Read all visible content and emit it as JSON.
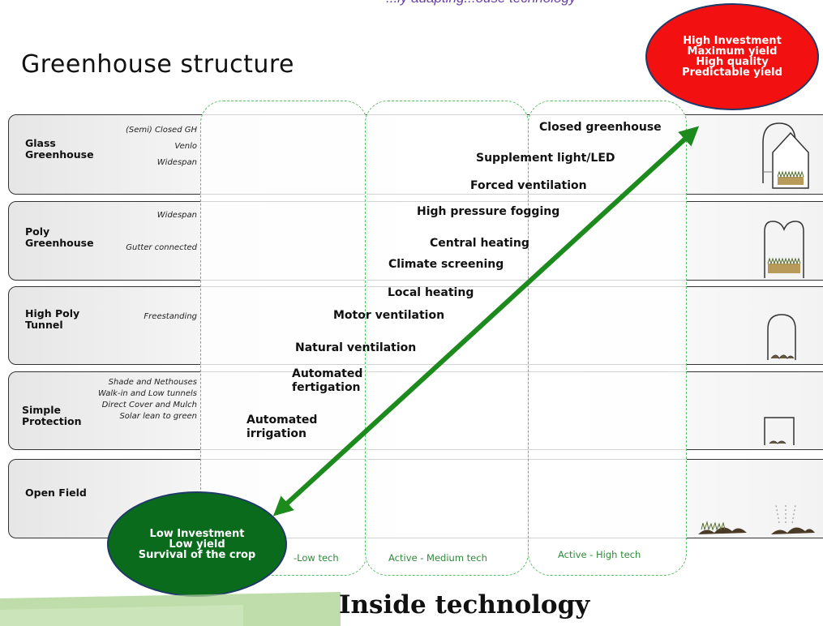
{
  "header": {
    "top_partial": "...ly adapting...ouse technology",
    "title": "Greenhouse structure"
  },
  "rows": [
    {
      "label": "Glass\nGreenhouse",
      "subtypes": [
        "(Semi) Closed GH",
        "Venlo",
        "Widespan"
      ]
    },
    {
      "label": "Poly\nGreenhouse",
      "subtypes": [
        "Widespan",
        "Gutter connected"
      ]
    },
    {
      "label": "High Poly\nTunnel",
      "subtypes": [
        "Freestanding"
      ]
    },
    {
      "label": "Simple\nProtection",
      "subtypes": [
        "Shade and Nethouses",
        "Walk-in and Low tunnels",
        "Direct Cover and Mulch",
        "Solar lean to green"
      ]
    },
    {
      "label": "Open Field",
      "subtypes": []
    }
  ],
  "columns": [
    {
      "label": "-Low tech"
    },
    {
      "label": "Active - Medium tech"
    },
    {
      "label": "Active - High tech"
    }
  ],
  "technologies": [
    "Closed greenhouse",
    "Supplement light/LED",
    "Forced ventilation",
    "High pressure fogging",
    "Central heating",
    "Climate screening",
    "Local heating",
    "Motor ventilation",
    "Natural ventilation",
    "Automated\nfertigation",
    "Automated\nirrigation"
  ],
  "callouts": {
    "high": [
      "High Investment",
      "Maximum yield",
      "High quality",
      "Predictable yield"
    ],
    "low": [
      "Low Investment",
      "Low yield",
      "Survival of the crop"
    ]
  },
  "footer": {
    "title": "Inside technology"
  },
  "colors": {
    "arrow": "#1d8a1d",
    "high_ellipse": "#f21010",
    "low_ellipse": "#0a6b1c",
    "column_border": "#5bbf6a",
    "column_label": "#2e8b3a"
  }
}
